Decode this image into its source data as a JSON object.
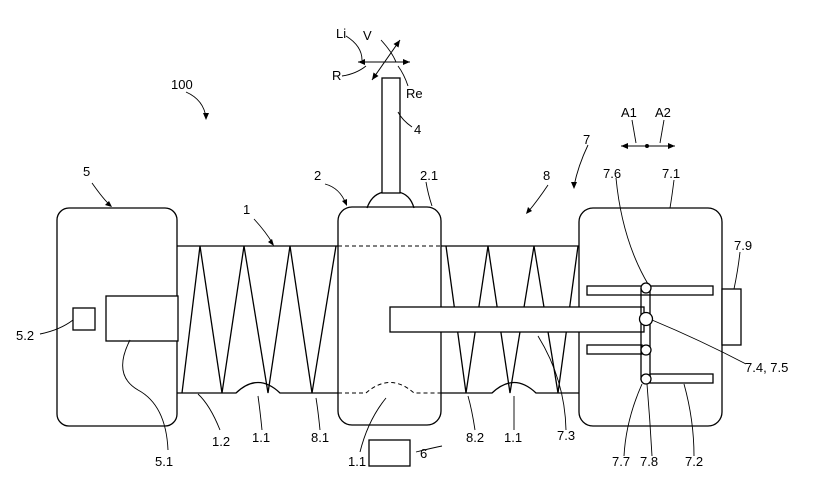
{
  "labels": {
    "system": "100",
    "spring_1": "1",
    "body_2": "2",
    "body_2_1": "2.1",
    "lever_4": "4",
    "housing_5": "5",
    "element_5_1": "5.1",
    "element_5_2": "5.2",
    "component_6": "6",
    "unit_7": "7",
    "housing_7_1": "7.1",
    "element_7_2": "7.2",
    "element_7_3": "7.3",
    "joint_7_4_7_5": "7.4, 7.5",
    "element_7_6": "7.6",
    "element_7_7": "7.7",
    "element_7_8": "7.8",
    "element_7_9": "7.9",
    "spring_8": "8",
    "end_8_1": "8.1",
    "end_8_2": "8.2",
    "recess_1_1_a": "1.1",
    "recess_1_1_b": "1.1",
    "recess_1_1_c": "1.1",
    "edge_1_2": "1.2",
    "dir_li": "Li",
    "dir_v": "V",
    "dir_r": "R",
    "dir_re": "Re",
    "dir_a1": "A1",
    "dir_a2": "A2"
  }
}
